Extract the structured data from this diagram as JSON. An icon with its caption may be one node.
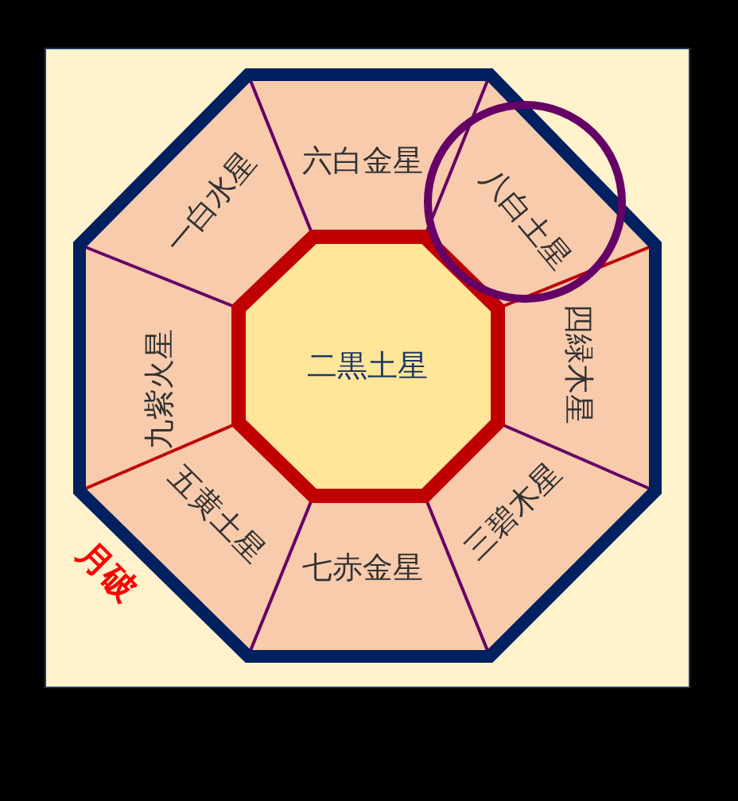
{
  "diagram": {
    "nodes": [
      {
        "text": [
          "二黒土星"
        ]
      },
      {
        "text": [
          "六白金星"
        ]
      },
      {
        "text": [
          "一白水星"
        ]
      },
      {
        "text": [
          "八白土星"
        ]
      },
      {
        "text": [
          "九紫火星"
        ]
      },
      {
        "text": [
          "四緑木星"
        ]
      },
      {
        "text": [
          "五黄土星"
        ]
      },
      {
        "text": [
          "三碧木星"
        ]
      },
      {
        "text": [
          "七赤金星"
        ]
      }
    ],
    "labels": [
      "月破"
    ]
  }
}
